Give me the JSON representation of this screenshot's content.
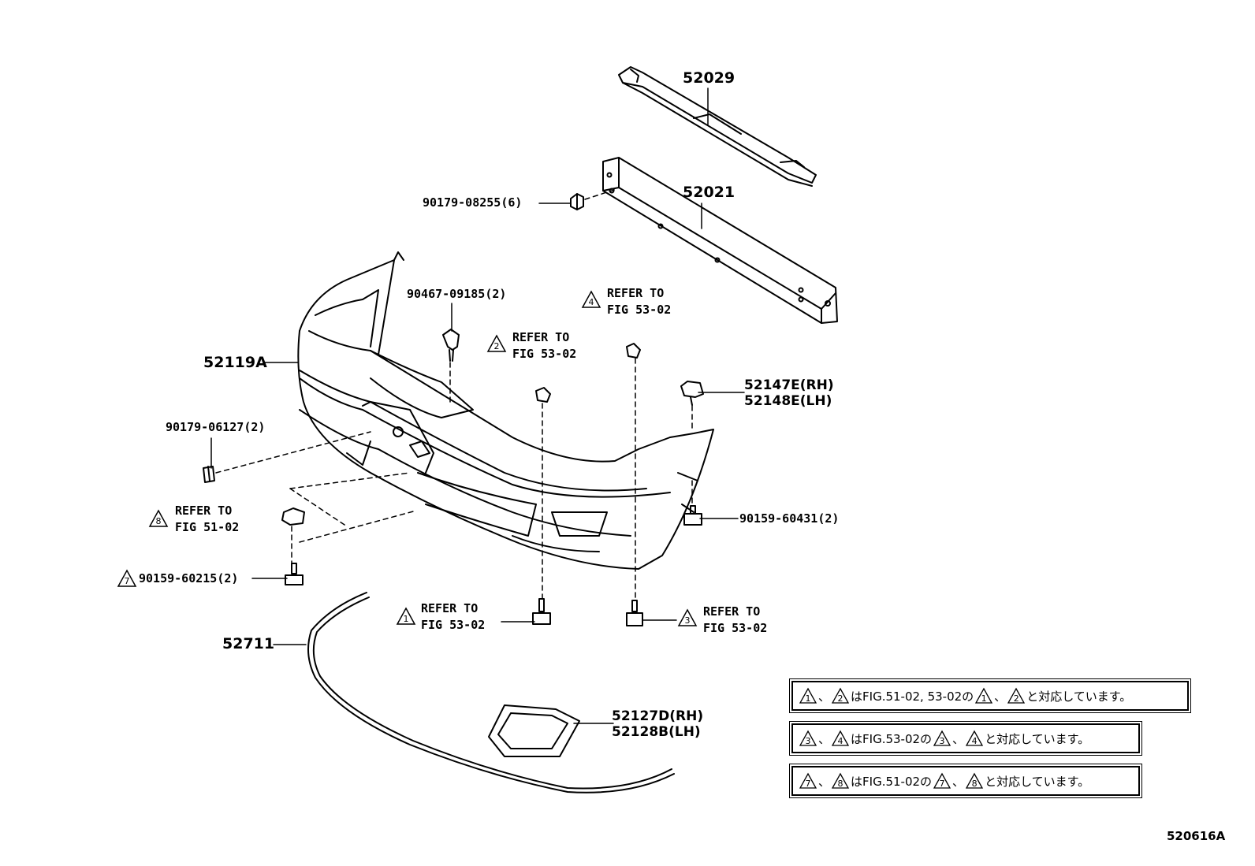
{
  "parts": {
    "p52029": "52029",
    "p52021": "52021",
    "p52119a": "52119A",
    "p52711": "52711",
    "bolt_a": "90179-08255(6)",
    "clip_a": "90467-09185(2)",
    "nut_a": "90179-06127(2)",
    "rh1": "52147E(RH)",
    "lh1": "52148E(LH)",
    "screw_a": "90159-60431(2)",
    "screw_b": "90159-60215(2)",
    "rh2": "52127D(RH)",
    "lh2": "52128B(LH)"
  },
  "refs": {
    "r1": "REFER TO\nFIG 53-02",
    "r2": "REFER TO\nFIG 53-02",
    "r3": "REFER TO\nFIG 53-02",
    "r4": "REFER TO\nFIG 53-02",
    "r8": "REFER TO\nFIG 51-02"
  },
  "marks": {
    "m1": "1",
    "m2": "2",
    "m3": "3",
    "m4": "4",
    "m7": "7",
    "m8": "8"
  },
  "notes": {
    "n1": {
      "a": "1",
      "sep1": "、",
      "b": "2",
      "mid": "はFIG.51-02, 53-02の",
      "c": "1",
      "sep2": "、",
      "d": "2",
      "tail": "と対応しています。"
    },
    "n2": {
      "a": "3",
      "sep1": "、",
      "b": "4",
      "mid": "はFIG.53-02の",
      "c": "3",
      "sep2": "、",
      "d": "4",
      "tail": "と対応しています。"
    },
    "n3": {
      "a": "7",
      "sep1": "、",
      "b": "8",
      "mid": "はFIG.51-02の",
      "c": "7",
      "sep2": "、",
      "d": "8",
      "tail": "と対応しています。"
    }
  },
  "figure_code": "520616A"
}
